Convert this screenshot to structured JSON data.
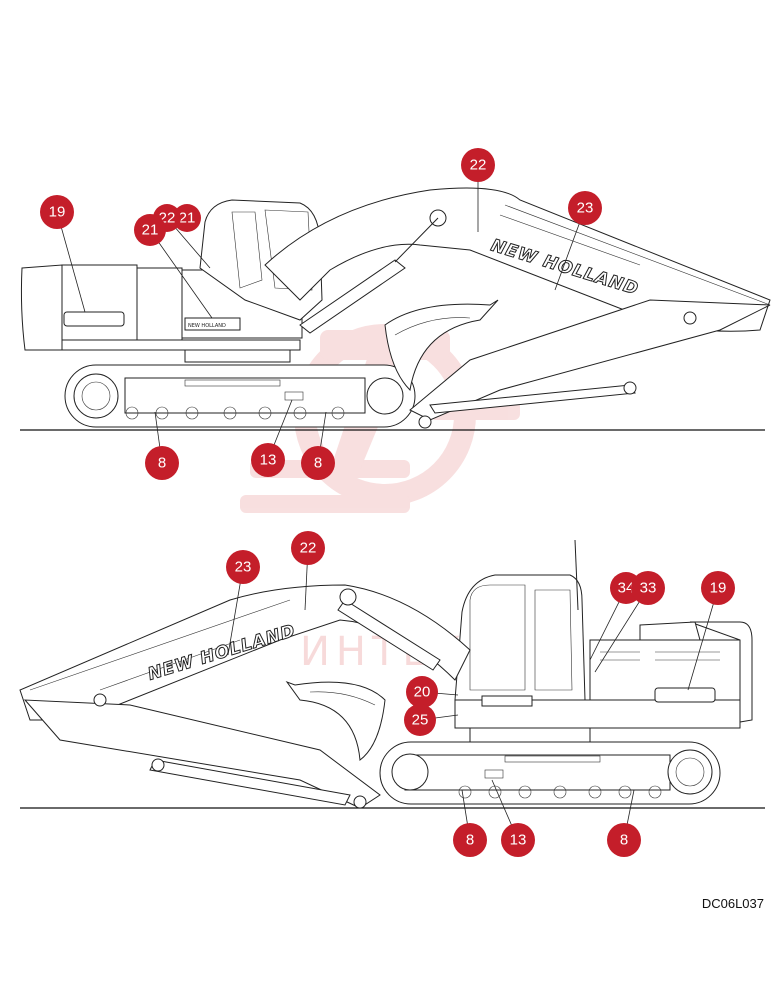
{
  "drawing_code": "DC06L037",
  "decals": {
    "brand_boom": "NEW HOLLAND",
    "brand_cab": "NEW HOLLAND",
    "watermark_text": "ИНТЕХ"
  },
  "colors": {
    "callout": "#c41e2a",
    "callout_text": "#ffffff",
    "watermark": "#e8a0a0",
    "line": "#222222"
  },
  "top_view": {
    "callouts": [
      "19",
      "21",
      "22",
      "21",
      "22",
      "23",
      "8",
      "13",
      "8"
    ]
  },
  "bottom_view": {
    "callouts": [
      "22",
      "23",
      "34",
      "33",
      "19",
      "20",
      "25",
      "8",
      "13",
      "8"
    ]
  }
}
